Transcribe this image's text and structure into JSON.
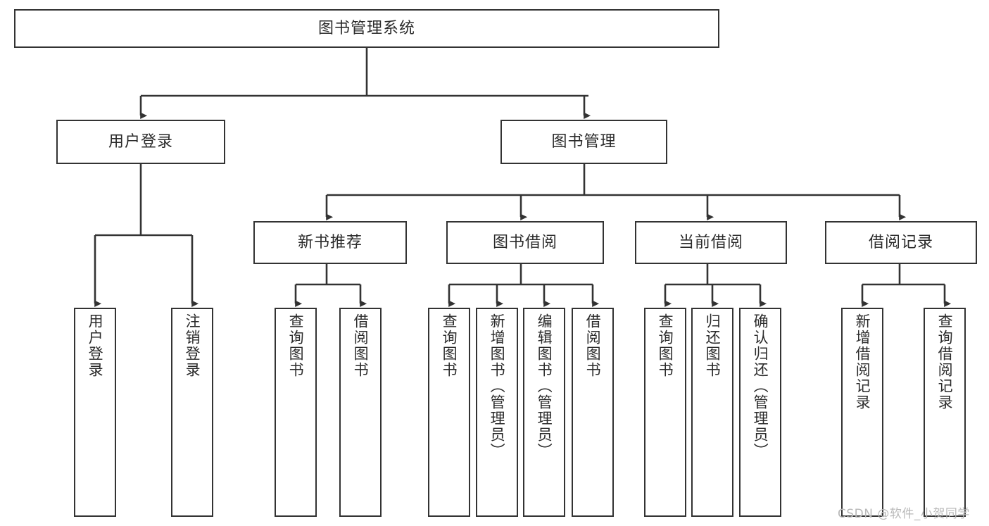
{
  "diagram": {
    "title_node": {
      "label": "图书管理系统"
    },
    "level1": [
      {
        "id": "user-login",
        "label": "用户登录"
      },
      {
        "id": "book-manage",
        "label": "图书管理"
      }
    ],
    "level2": [
      {
        "id": "new-book-recommend",
        "label": "新书推荐"
      },
      {
        "id": "book-borrow",
        "label": "图书借阅"
      },
      {
        "id": "current-borrow",
        "label": "当前借阅"
      },
      {
        "id": "borrow-record",
        "label": "借阅记录"
      }
    ],
    "leaves": [
      {
        "id": "leaf-user-login",
        "parent": "user-login",
        "label": "用户登录"
      },
      {
        "id": "leaf-logout-login",
        "parent": "user-login",
        "label": "注销登录"
      },
      {
        "id": "leaf-query-book-1",
        "parent": "new-book-recommend",
        "label": "查询图书"
      },
      {
        "id": "leaf-borrow-book-1",
        "parent": "new-book-recommend",
        "label": "借阅图书"
      },
      {
        "id": "leaf-query-book-2",
        "parent": "book-borrow",
        "label": "查询图书"
      },
      {
        "id": "leaf-add-book",
        "parent": "book-borrow",
        "label": "新增图书（管理员）"
      },
      {
        "id": "leaf-edit-book",
        "parent": "book-borrow",
        "label": "编辑图书（管理员）"
      },
      {
        "id": "leaf-borrow-book-2",
        "parent": "book-borrow",
        "label": "借阅图书"
      },
      {
        "id": "leaf-query-book-3",
        "parent": "current-borrow",
        "label": "查询图书"
      },
      {
        "id": "leaf-return-book",
        "parent": "current-borrow",
        "label": "归还图书"
      },
      {
        "id": "leaf-confirm-return",
        "parent": "current-borrow",
        "label": "确认归还（管理员）"
      },
      {
        "id": "leaf-add-record",
        "parent": "borrow-record",
        "label": "新增借阅记录"
      },
      {
        "id": "leaf-query-record",
        "parent": "borrow-record",
        "label": "查询借阅记录"
      }
    ],
    "watermark": {
      "text": "CSDN @软件_小贺同学"
    },
    "colors": {
      "background": "#ffffff",
      "node_fill": "#ffffff",
      "node_stroke": "#333333",
      "text": "#2b2b2b",
      "edge": "#333333",
      "watermark": "#b9b9b9"
    }
  }
}
